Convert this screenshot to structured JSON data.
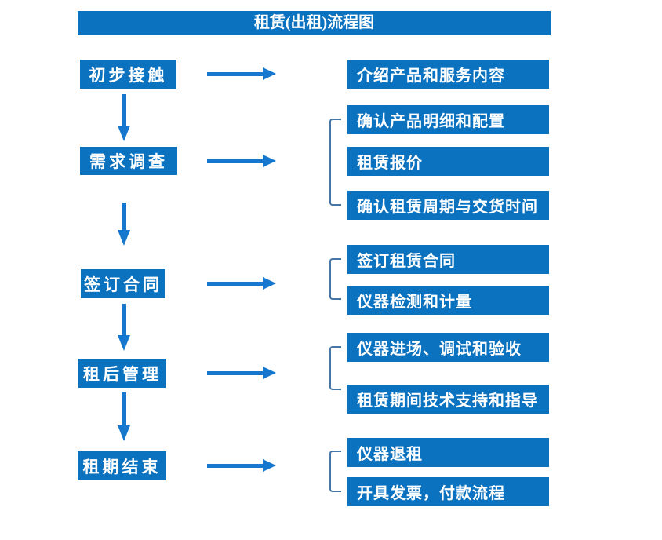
{
  "title": "租赁(出租)流程图",
  "stages": [
    {
      "label": "初步接触",
      "outputs": [
        "介绍产品和服务内容"
      ]
    },
    {
      "label": "需求调查",
      "outputs": [
        "确认产品明细和配置",
        "租赁报价",
        "确认租赁周期与交货时间"
      ]
    },
    {
      "label": "签订合同",
      "outputs": [
        "签订租赁合同",
        "仪器检测和计量"
      ]
    },
    {
      "label": "租后管理",
      "outputs": [
        "仪器进场、调试和验收",
        "租赁期间技术支持和指导"
      ]
    },
    {
      "label": "租期结束",
      "outputs": [
        "仪器退租",
        "开具发票，付款流程"
      ]
    }
  ],
  "colors": {
    "box_blue": "#0B72C0",
    "arrow_blue": "#1578CE",
    "bracket_blue": "#4576A8",
    "text_white": "#FFFFFF",
    "background": "#FFFFFF"
  }
}
